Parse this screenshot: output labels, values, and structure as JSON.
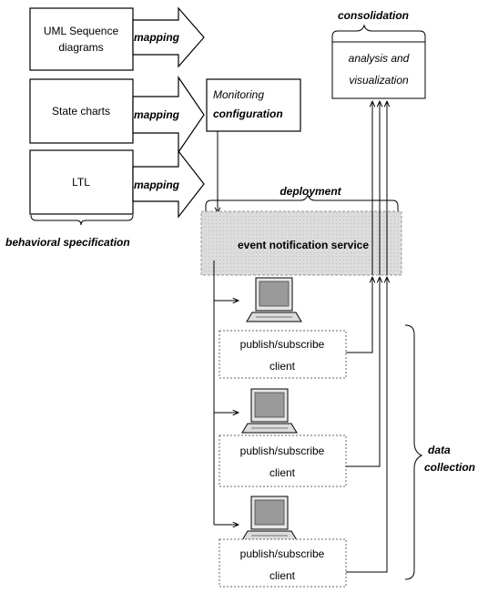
{
  "spec_boxes": [
    {
      "line1": "UML Sequence",
      "line2": "diagrams"
    },
    {
      "line1": "State charts"
    },
    {
      "line1": "LTL"
    }
  ],
  "mapping_label": "mapping",
  "behavioral_spec_label": "behavioral specification",
  "monitoring": {
    "line1": "Monitoring",
    "line2": "configuration"
  },
  "deployment_label": "deployment",
  "consolidation_label": "consolidation",
  "analysis": {
    "line1": "analysis and",
    "line2": "visualization"
  },
  "event_service_label": "event notification service",
  "clients": [
    {
      "line1": "publish/subscribe",
      "line2": "client"
    },
    {
      "line1": "publish/subscribe",
      "line2": "client"
    },
    {
      "line1": "publish/subscribe",
      "line2": "client"
    }
  ],
  "data_collection": {
    "line1": "data",
    "line2": "collection"
  }
}
